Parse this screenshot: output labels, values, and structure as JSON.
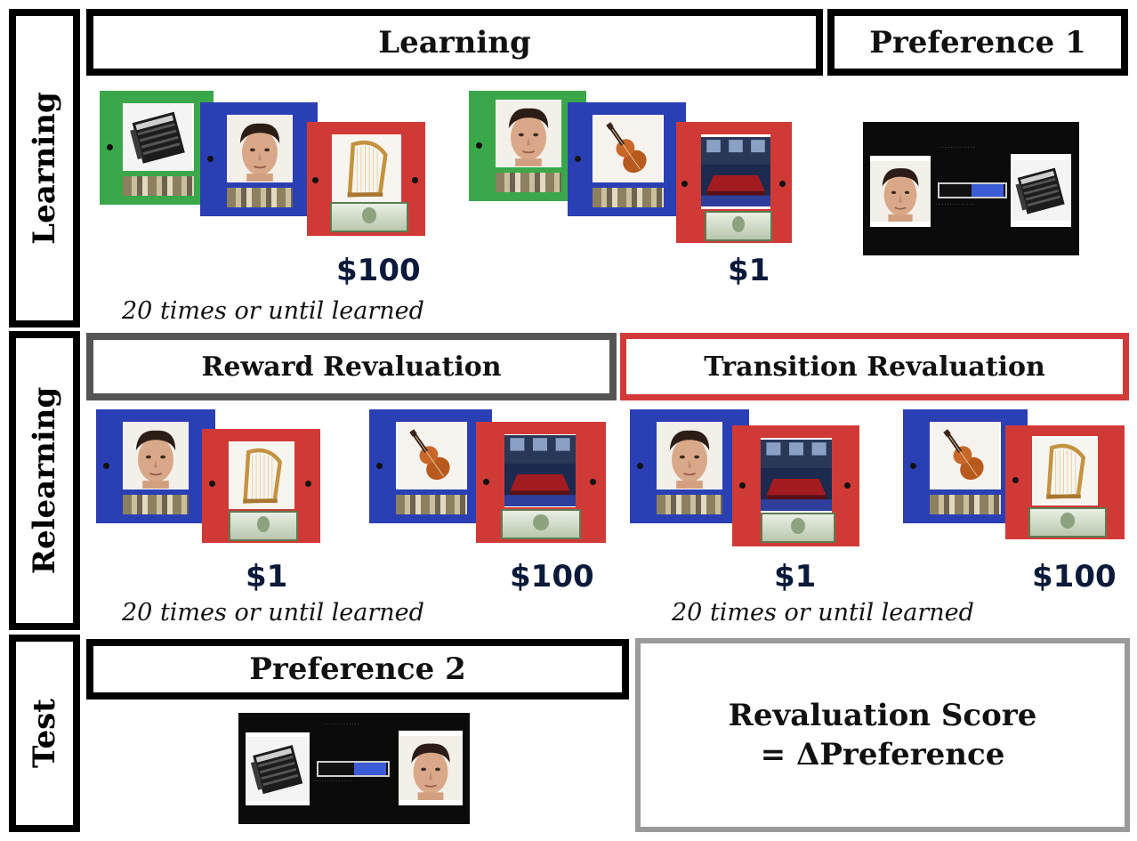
{
  "sections": {
    "learning": "Learning",
    "relearning": "Relearning",
    "test": "Test"
  },
  "headers": {
    "learning": "Learning",
    "preference1": "Preference 1",
    "reward_revaluation": "Reward Revaluation",
    "transition_revaluation": "Transition Revaluation",
    "preference2": "Preference 2",
    "score_line1": "Revaluation Score",
    "score_line2": "= ΔPreference"
  },
  "rewards": {
    "learning_left": "$100",
    "learning_right": "$1",
    "reward_left": "$1",
    "reward_right": "$100",
    "transition_left": "$1",
    "transition_right": "$100"
  },
  "notes": {
    "learning": "20 times or until learned",
    "reward": "20 times or until learned",
    "transition": "20 times or until learned"
  },
  "stimuli": {
    "accordion": "accordion-icon",
    "face": "face-icon",
    "harp": "harp-icon",
    "violin": "violin-icon",
    "pool_table": "pool-table-icon"
  },
  "colors": {
    "green_state": "#3aa84a",
    "blue_state": "#2b3fb5",
    "red_state": "#d03a36",
    "transition_border": "#d23a3a"
  }
}
